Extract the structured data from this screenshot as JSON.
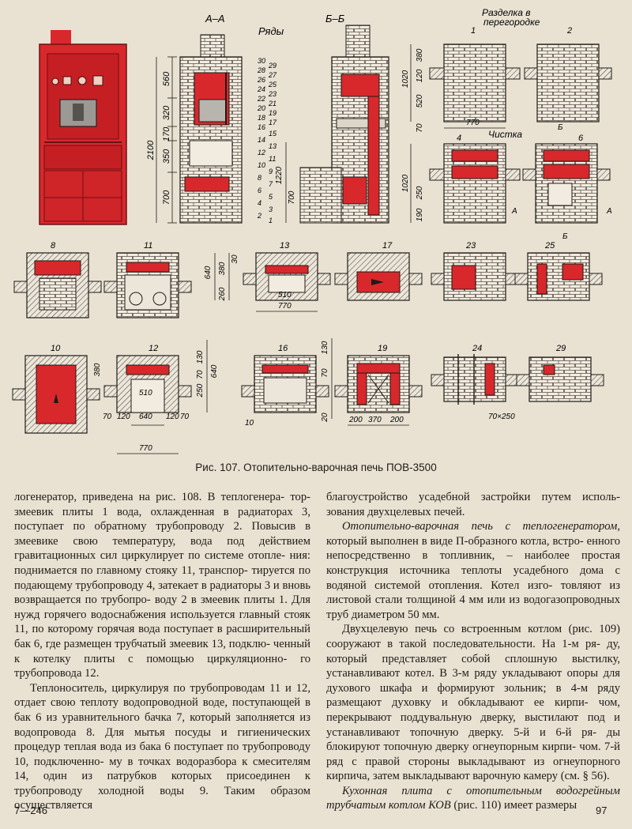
{
  "figure": {
    "section_aa": "А–А",
    "section_bb": "Б–Б",
    "rows_title": "Ряды",
    "partition_label_1": "Разделка в",
    "partition_label_2": "перегородке",
    "cleaning_label": "Чистка",
    "mark_a": "А",
    "mark_b": "Б",
    "row_numbers_aa": [
      "30",
      "29",
      "28",
      "27",
      "26",
      "25",
      "24",
      "23",
      "22",
      "21",
      "20",
      "19",
      "18",
      "17",
      "16",
      "15",
      "14",
      "13",
      "12",
      "11",
      "10",
      "9",
      "8",
      "7",
      "6",
      "5",
      "4",
      "3",
      "2",
      "1"
    ],
    "dims_aa": [
      "560",
      "320",
      "170",
      "350",
      "700"
    ],
    "dim_total": "2100",
    "dim_1220": "1220",
    "dim_bb_700": "700",
    "plan_labels": [
      "1",
      "2",
      "4",
      "6",
      "8",
      "11",
      "13",
      "17",
      "23",
      "25",
      "10",
      "12",
      "16",
      "19",
      "24",
      "29"
    ],
    "plan1_dims": [
      "1020",
      "380",
      "120",
      "520",
      "70"
    ],
    "plan1_width": "770",
    "plan4_dims": [
      "1020",
      "250",
      "190"
    ],
    "row13_dims": [
      "640",
      "380",
      "260",
      "30"
    ],
    "row13_widths": [
      "510",
      "770"
    ],
    "row10_dim": "380",
    "row12_dims": [
      "640",
      "130",
      "70",
      "250"
    ],
    "row12_widths": [
      "510",
      "640",
      "770"
    ],
    "row12_side_dims": [
      "70",
      "120",
      "70",
      "120"
    ],
    "row16_label": "10",
    "row19_dims": [
      "130",
      "70",
      "20"
    ],
    "row19_widths": [
      "200",
      "370",
      "200"
    ],
    "row24_dim": "70×250"
  },
  "caption": "Рис. 107. Отопительно-варочная печь ПОВ-3500",
  "left_paragraphs": [
    "логенератор, приведена на рис. 108. В теплогенера- тор-змеевик плиты 1 вода, охлажденная в радиаторах 3, поступает по обратному трубопроводу 2. Повысив в змеевике свою температуру, вода под действием гравитационных сил циркулирует по системе отопле- ния: поднимается по главному стояку 11, транспор- тируется по подающему трубопроводу 4, затекает в радиаторы 3 и вновь возвращается по трубопро- воду 2 в змеевик плиты 1. Для нужд горячего водоснабжения используется главный стояк 11, по которому горячая вода поступает в расширительный бак 6, где размещен трубчатый змеевик 13, подклю- ченный к котелку плиты с помощью циркуляционно- го трубопровода 12.",
    "Теплоноситель, циркулируя по трубопроводам 11 и 12, отдает свою теплоту водопроводной воде, поступающей в бак 6 из уравнительного бачка 7, который заполняется из водопровода 8. Для мытья посуды и гигиенических процедур теплая вода из бака 6 поступает по трубопроводу 10, подключенно- му в точках водоразбора к смесителям 14, один из патрубков которых присоединен к трубопроводу холодной воды 9. Таким образом осуществляется"
  ],
  "right_paragraphs": [
    {
      "italic": "",
      "text": "благоустройство усадебной застройки путем исполь- зования двухцелевых печей."
    },
    {
      "italic": "Отопительно-варочная печь с теплогенератором,",
      "text": " который выполнен в виде П-образного котла, встро- енного непосредственно в топливник, – наиболее простая конструкция источника теплоты усадебного дома с водяной системой отопления. Котел изго- товляют из листовой стали толщиной 4 мм или из водогазопроводных труб диаметром 50 мм."
    },
    {
      "italic": "",
      "text": "Двухцелевую печь со встроенным котлом (рис. 109) сооружают в такой последовательности. На 1-м ря- ду, который представляет собой сплошную выстилку, устанавливают котел. В 3-м ряду укладывают опоры для духового шкафа и формируют зольник; в 4-м ряду размещают духовку и обкладывают ее кирпи- чом, перекрывают поддувальную дверку, выстилают под и устанавливают топочную дверку. 5-й и 6-й ря- ды блокируют топочную дверку огнеупорным кирпи- чом. 7-й ряд с правой стороны выкладывают из огнеупорного кирпича, затем выкладывают варочную камеру (см. § 56)."
    },
    {
      "italic": "Кухонная плита с отопительным водогрейным трубчатым котлом КОВ",
      "text": " (рис. 110) имеет размеры"
    }
  ],
  "footer": {
    "left": "7—246",
    "right": "97"
  },
  "colors": {
    "paper": "#e9e2d3",
    "firebrick": "#d8282c",
    "ink": "#1e1a16"
  }
}
